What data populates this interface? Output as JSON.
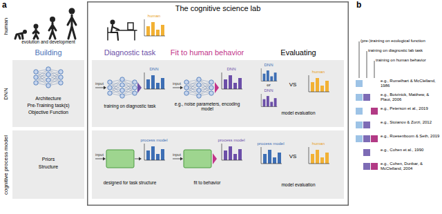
{
  "diagram": {
    "nodes": [
      {
        "text": [
          "The cognitive science lab"
        ]
      },
      {
        "text": [
          "Architecture",
          "Pre-Training task(s)",
          "Objective Function"
        ]
      },
      {
        "text": [
          "Priors",
          "Structure"
        ]
      },
      {
        "text": [
          "training on diagnostic task",
          "e.g., noise parameters, encoding model",
          "model evaluation"
        ],
        "in": 0
      },
      {
        "text": [
          "designed for task structure",
          "fit to behavior",
          "model evaluation"
        ],
        "in": 0
      }
    ],
    "labels": [
      "a",
      "human",
      "evolution and development",
      "human",
      "Building",
      "Diagnostic task",
      "Fit to human behavior",
      "Evaluating",
      "DNN",
      "cognitive process model",
      "input",
      "DNN",
      "input",
      "DNN",
      "DNN",
      "or",
      "DNN",
      "VS",
      "human",
      "input",
      "process model",
      "input",
      "process model",
      "process model",
      "VS",
      "human",
      "b",
      "(pre-)training on ecological function",
      "training on diagnostic lab task",
      "training on human behavior",
      "e.g., Rumelhart & McClelland, 1986",
      "e.g., Botvinick, Matthew, & Plaut, 2006",
      "e.g., Peterson et al., 2019",
      "e.g., Stoianov & Zorzi, 2012",
      "e.g., Roesenboom & Seth, 2019",
      "e.g., Cohen et al., 1990",
      "e.g., Cohen, Dunbar, & McClelland, 2004"
    ]
  }
}
